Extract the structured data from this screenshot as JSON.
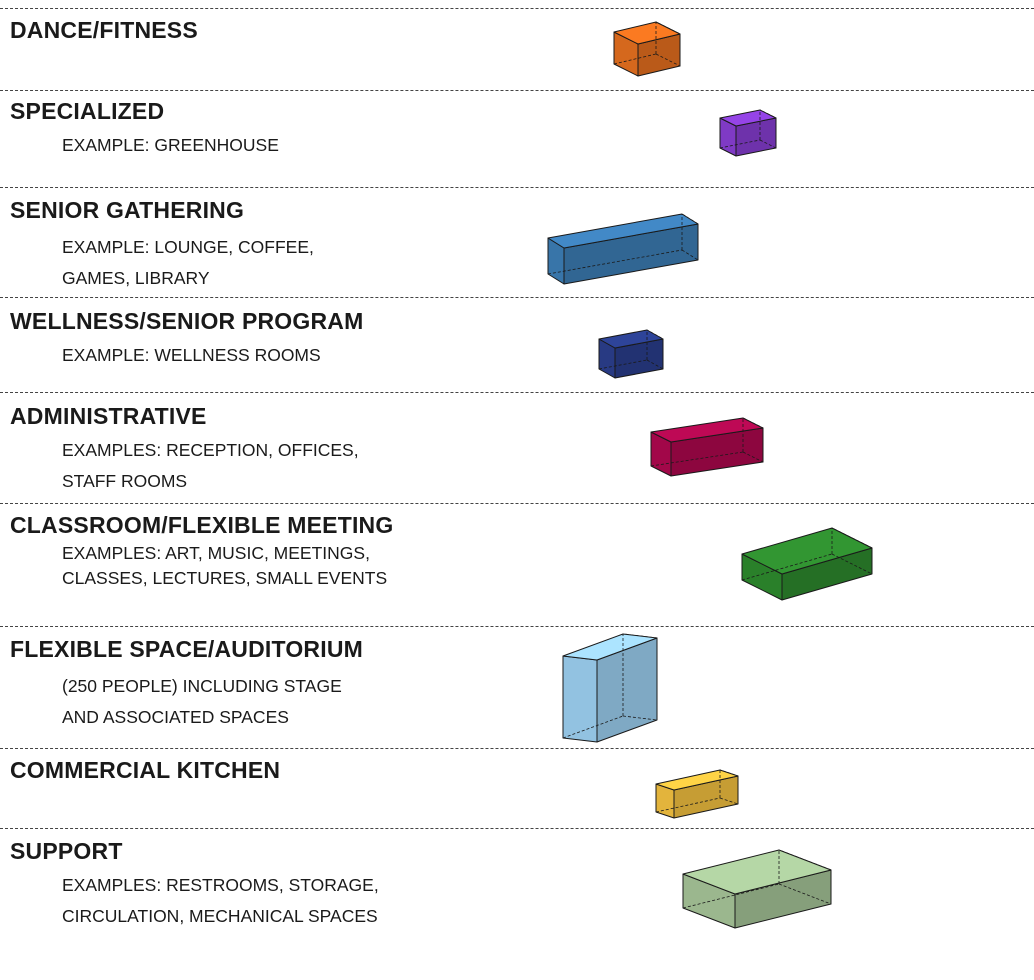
{
  "categories": [
    {
      "id": "dance",
      "title": "DANCE/FITNESS",
      "lines": [],
      "color": "#e8711f"
    },
    {
      "id": "specialized",
      "title": "SPECIALIZED",
      "lines": [
        "EXAMPLE: GREENHOUSE"
      ],
      "color": "#8a3fd6"
    },
    {
      "id": "senior-gathering",
      "title": "SENIOR GATHERING",
      "lines": [
        "EXAMPLE: LOUNGE, COFFEE,",
        "GAMES, LIBRARY"
      ],
      "color": "#3d7fb8"
    },
    {
      "id": "wellness",
      "title": "WELLNESS/SENIOR PROGRAM",
      "lines": [
        "EXAMPLE: WELLNESS ROOMS"
      ],
      "color": "#2b3f8e"
    },
    {
      "id": "administrative",
      "title": "ADMINISTRATIVE",
      "lines": [
        "EXAMPLES: RECEPTION, OFFICES,",
        "STAFF ROOMS"
      ],
      "color": "#b0084f"
    },
    {
      "id": "classroom",
      "title": "CLASSROOM/FLEXIBLE MEETING",
      "lines": [
        "EXAMPLES: ART, MUSIC, MEETINGS,",
        "CLASSES, LECTURES, SMALL EVENTS"
      ],
      "color": "#2e8b2e"
    },
    {
      "id": "flexible-space",
      "title": "FLEXIBLE SPACE/AUDITORIUM",
      "lines": [
        "(250 PEOPLE) INCLUDING STAGE",
        "AND ASSOCIATED SPACES"
      ],
      "color": "#9fd3f5"
    },
    {
      "id": "kitchen",
      "title": "COMMERCIAL KITCHEN",
      "lines": [],
      "color": "#f7c441"
    },
    {
      "id": "support",
      "title": "SUPPORT",
      "lines": [
        "EXAMPLES: RESTROOMS, STORAGE,",
        "CIRCULATION, MECHANICAL SPACES"
      ],
      "color": "#a8c79a"
    }
  ]
}
